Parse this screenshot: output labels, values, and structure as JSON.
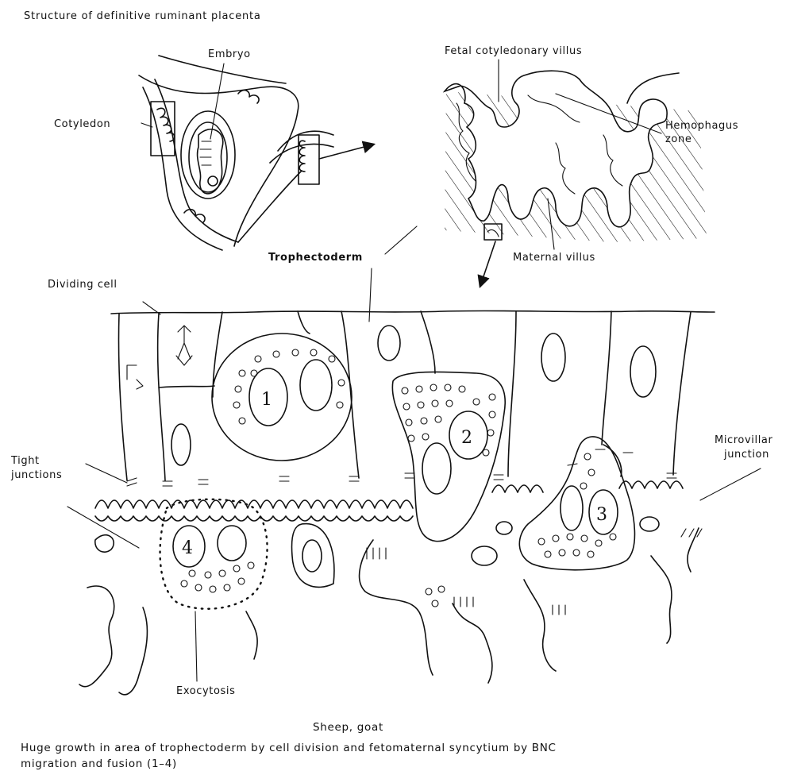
{
  "figure": {
    "title": "Structure of definitive ruminant placenta",
    "labels": {
      "embryo": "Embryo",
      "cotyledon": "Cotyledon",
      "fetal_villus": "Fetal cotyledonary villus",
      "hemophagus_1": "Hemophagus",
      "hemophagus_2": "zone",
      "trophectoderm": "Trophectoderm",
      "maternal_villus": "Maternal villus",
      "dividing_cell": "Dividing cell",
      "tight_1": "Tight",
      "tight_2": "junctions",
      "microvillar_1": "Microvillar",
      "microvillar_2": "junction",
      "exocytosis": "Exocytosis"
    },
    "cell_numbers": [
      "1",
      "2",
      "3",
      "4"
    ],
    "species": "Sheep, goat",
    "caption_line1": "Huge growth in area of trophectoderm by cell division and fetomaternal syncytium by BNC",
    "caption_line2": "migration and fusion (1–4)"
  }
}
